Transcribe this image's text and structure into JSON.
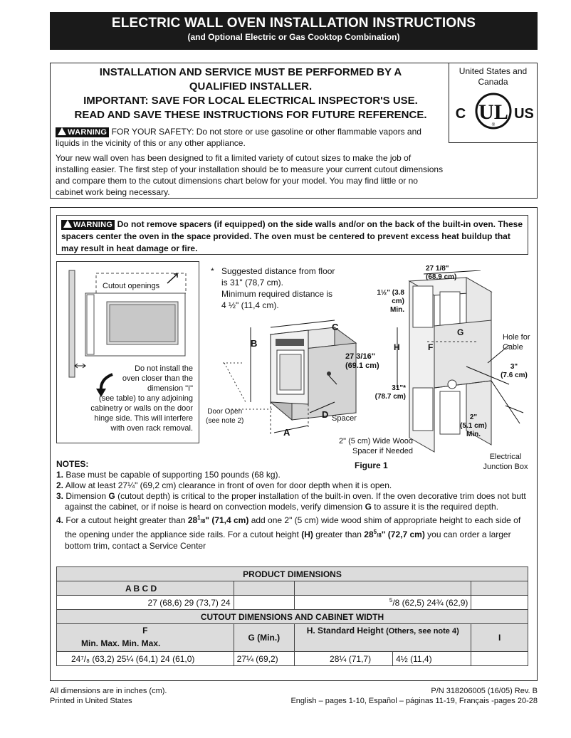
{
  "header": {
    "title": "ELECTRIC WALL OVEN INSTALLATION INSTRUCTIONS",
    "subtitle": "(and Optional Electric or Gas Cooktop Combination)"
  },
  "intro": {
    "line1": "INSTALLATION AND SERVICE MUST BE PERFORMED BY A",
    "line2": "QUALIFIED INSTALLER.",
    "line3": "IMPORTANT: SAVE FOR LOCAL ELECTRICAL INSPECTOR'S USE.",
    "line4": "READ AND SAVE THESE INSTRUCTIONS FOR FUTURE REFERENCE.",
    "warning_label": "WARNING",
    "safety_text": "FOR YOUR SAFETY: Do not store or use gasoline or other flammable vapors and liquids in the vicinity of this or any other appliance.",
    "body": "Your new wall oven has been designed to fit a limited variety of cutout sizes to make the job of installing easier. The first step of your installation should be to measure your current cutout dimensions and compare them to the cutout dimensions chart below for your model. You may find little or no cabinet work being necessary."
  },
  "ul": {
    "region": "United States and Canada",
    "c": "C",
    "ul": "UL",
    "r": "®",
    "us": "US"
  },
  "warning2": {
    "label": "WARNING",
    "text": "Do not remove spacers (if equipped) on the side walls and/or on the back of the built-in oven. These spacers center the oven in the space provided. The oven must be centered to prevent excess heat buildup that may result in heat damage or fire."
  },
  "figure_left": {
    "cutout_label": "Cutout openings",
    "note_1": "Do not install the",
    "note_2": "oven closer than the",
    "note_3": "dimension \"I\"",
    "note_4": "(see table) to any adjoining",
    "note_5": "cabinetry or walls on the door",
    "note_6": "hinge side. This will interfere",
    "note_7": "with oven rack removal."
  },
  "figure_center": {
    "star": "*",
    "suggested_1": "Suggested distance from floor",
    "suggested_2": "is 31\" (78,7 cm).",
    "suggested_3": "Minimum required distance is",
    "suggested_4": "4 ½\" (11,4 cm).",
    "label_a": "A",
    "label_b": "B",
    "label_c": "C",
    "label_d": "D",
    "dim_height_1": "27 3/16\"",
    "dim_height_2": "(69.1 cm)",
    "door_open_1": "Door Open",
    "door_open_2": "(see note 2)",
    "spacer": "Spacer",
    "wood_1": "2\" (5 cm) Wide Wood",
    "wood_2": "Spacer if Needed",
    "figure_caption": "Figure 1"
  },
  "figure_right": {
    "top_dim_1": "27 1/8\"",
    "top_dim_2": "(68.9 cm)",
    "side_dim_1": "1½\" (3.8 cm)",
    "side_dim_2": "Min.",
    "label_g": "G",
    "label_h": "H",
    "label_f": "F",
    "floor_1": "31\"*",
    "floor_2": "(78.7 cm)",
    "hole_1": "Hole for",
    "hole_2": "Cable",
    "three_1": "3\"",
    "three_2": "(7.6 cm)",
    "two_1": "2\"",
    "two_2": "(5.1 cm)",
    "two_3": "Min.",
    "junction_1": "Electrical",
    "junction_2": "Junction Box"
  },
  "notes": {
    "heading": "NOTES:",
    "n1_num": "1.",
    "n1": "Base must be capable of supporting 150 pounds (68 kg).",
    "n2_num": "2.",
    "n2": "Allow at least 27¼\" (69,2 cm) clearance in front of oven for door depth when it is open.",
    "n3_num": "3.",
    "n3_a": "Dimension ",
    "n3_g1": "G",
    "n3_b": " (cutout depth) is critical to the proper installation of the built-in oven. If the oven decorative trim does not butt against the cabinet, or if noise is heard on convection models, verify dimension ",
    "n3_g2": "G",
    "n3_c": " to assure it is the required depth.",
    "n4_num": "4.",
    "n4_a": "For a cutout height greater than ",
    "n4_b1": "28",
    "n4_b1sup": "1",
    "n4_b1sub": "/8",
    "n4_b1tail": "\" (71,4 cm)",
    "n4_c": " add one 2\" (5 cm) wide wood shim of appropriate height to each side of the opening under the appliance side rails. For a cutout height ",
    "n4_h": "(H)",
    "n4_d": " greater than ",
    "n4_b2": "28",
    "n4_b2sup": "5",
    "n4_b2sub": "/8",
    "n4_b2tail": "\" (72,7 cm)",
    "n4_e": " you can order a larger bottom trim, contact a Service Center"
  },
  "table": {
    "product_title": "PRODUCT DIMENSIONS",
    "abcd": "A B C D",
    "product_row": "27 (68,6) 29 (73,7) 24",
    "product_row_right": "/8 (62,5) 24¾ (62,9)",
    "product_row_right_sup": "5",
    "cutout_title": "CUTOUT DIMENSIONS AND CABINET WIDTH",
    "col_f": "F",
    "col_g": "G (Min.)",
    "col_h": "H. Standard Height",
    "col_h_note": "(Others, see note 4)",
    "col_i": "I",
    "minmax": "Min. Max. Min. Max.",
    "cutout_row_f": "24⁷/₈ (63,2) 25¼ (64,1) 24 (61,0)",
    "cutout_row_g": "27¼ (69,2)",
    "cutout_row_h": "28¼ (71,7)",
    "cutout_row_i": "4½ (11,4)"
  },
  "footer": {
    "left_1": "All dimensions are in inches (cm).",
    "left_2": "Printed in United States",
    "right_1": "P/N 318206005 (16/05) Rev. B",
    "right_2": "English – pages 1-10, Español – páginas 11-19, Français -pages 20-28"
  }
}
